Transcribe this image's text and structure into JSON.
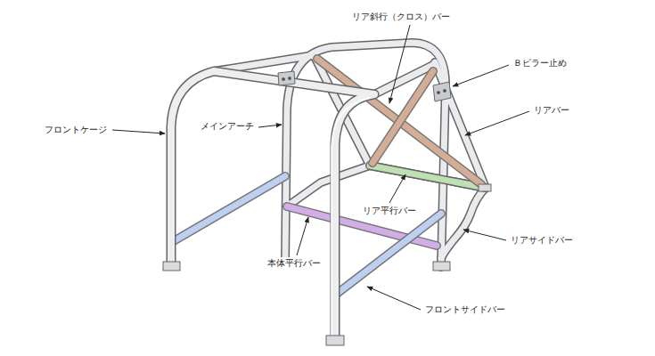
{
  "diagram": {
    "labels": [
      "リア斜行（クロス）バー",
      "Ｂピラー止め",
      "リアバー",
      "フロントケージ",
      "メインアーチ",
      "リア平行バー",
      "リアサイドバー",
      "本体平行バー",
      "フロントサイドバー"
    ]
  }
}
